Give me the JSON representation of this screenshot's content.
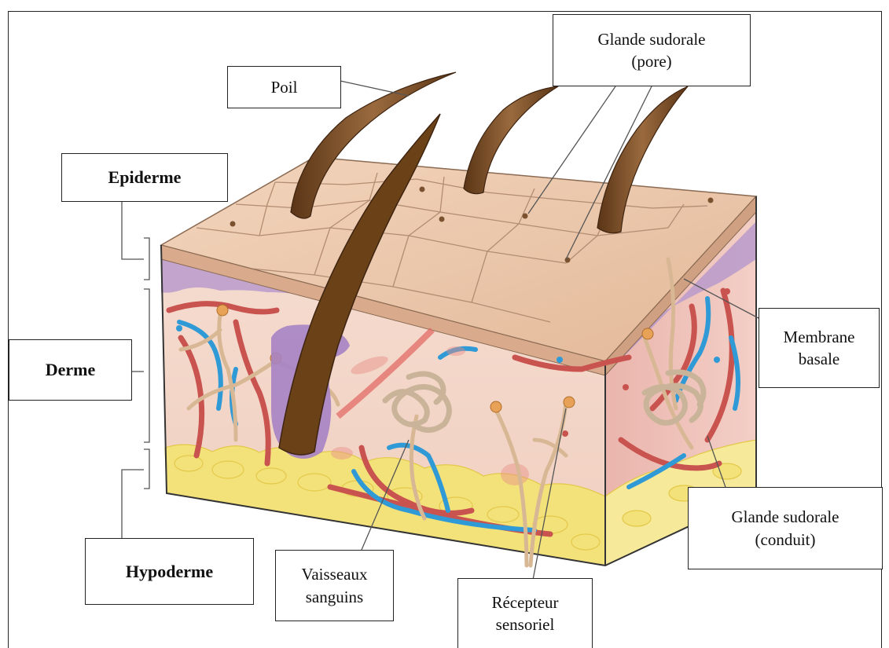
{
  "labels": {
    "poil": "Poil",
    "glande_pore": "Glande sudorale\n(pore)",
    "epiderme": "Epiderme",
    "derme": "Derme",
    "hypoderme": "Hypoderme",
    "membrane": "Membrane\nbasale",
    "glande_conduit": "Glande sudorale\n(conduit)",
    "vaisseaux": "Vaisseaux\nsanguins",
    "recepteur": "Récepteur\nsensoriel"
  },
  "colors": {
    "epidermis": "#e9c4a6",
    "dermis": "#f4d6c9",
    "basal_membrane": "#a98bc4",
    "hypodermis_fat": "#f3e27a",
    "artery": "#c9534f",
    "vein": "#2f9ad6",
    "hair": "#7a4a22",
    "nerve": "#d8b894"
  }
}
